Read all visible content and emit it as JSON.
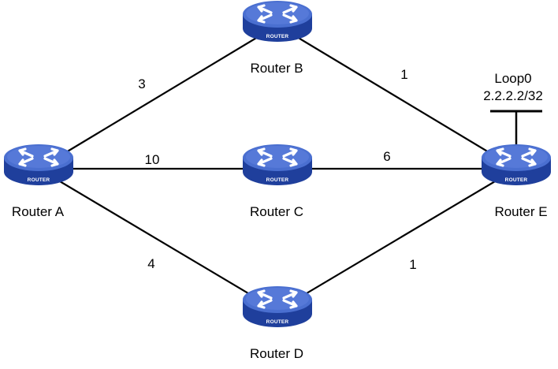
{
  "colors": {
    "router_top": "#4a6fd0",
    "router_side": "#1f3f9c",
    "router_dark": "#16307a",
    "link": "#000000"
  },
  "routers": [
    {
      "id": "A",
      "name": "Router A",
      "badge": "ROUTER",
      "icon": "router-icon"
    },
    {
      "id": "B",
      "name": "Router B",
      "badge": "ROUTER",
      "icon": "router-icon"
    },
    {
      "id": "C",
      "name": "Router C",
      "badge": "ROUTER",
      "icon": "router-icon"
    },
    {
      "id": "D",
      "name": "Router D",
      "badge": "ROUTER",
      "icon": "router-icon"
    },
    {
      "id": "E",
      "name": "Router E",
      "badge": "ROUTER",
      "icon": "router-icon"
    }
  ],
  "links": [
    {
      "from": "A",
      "to": "B",
      "cost": "3"
    },
    {
      "from": "A",
      "to": "C",
      "cost": "10"
    },
    {
      "from": "A",
      "to": "D",
      "cost": "4"
    },
    {
      "from": "B",
      "to": "E",
      "cost": "1"
    },
    {
      "from": "C",
      "to": "E",
      "cost": "6"
    },
    {
      "from": "D",
      "to": "E",
      "cost": "1"
    }
  ],
  "loopback": {
    "name": "Loop0",
    "address": "2.2.2.2/32"
  }
}
